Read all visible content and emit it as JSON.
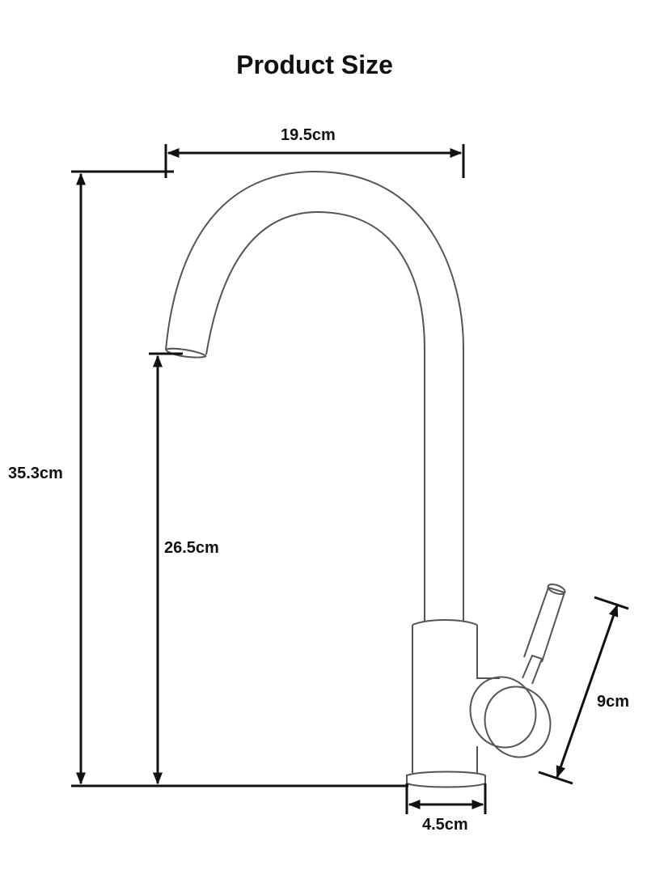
{
  "title": "Product Size",
  "dimensions": {
    "spout_reach": {
      "label": "19.5cm"
    },
    "total_height": {
      "label": "35.3cm"
    },
    "spout_height": {
      "label": "26.5cm"
    },
    "handle_length": {
      "label": "9cm"
    },
    "base_diameter": {
      "label": "4.5cm"
    }
  },
  "colors": {
    "outline": "#555555",
    "dimension_line": "#111111",
    "background": "#ffffff"
  }
}
